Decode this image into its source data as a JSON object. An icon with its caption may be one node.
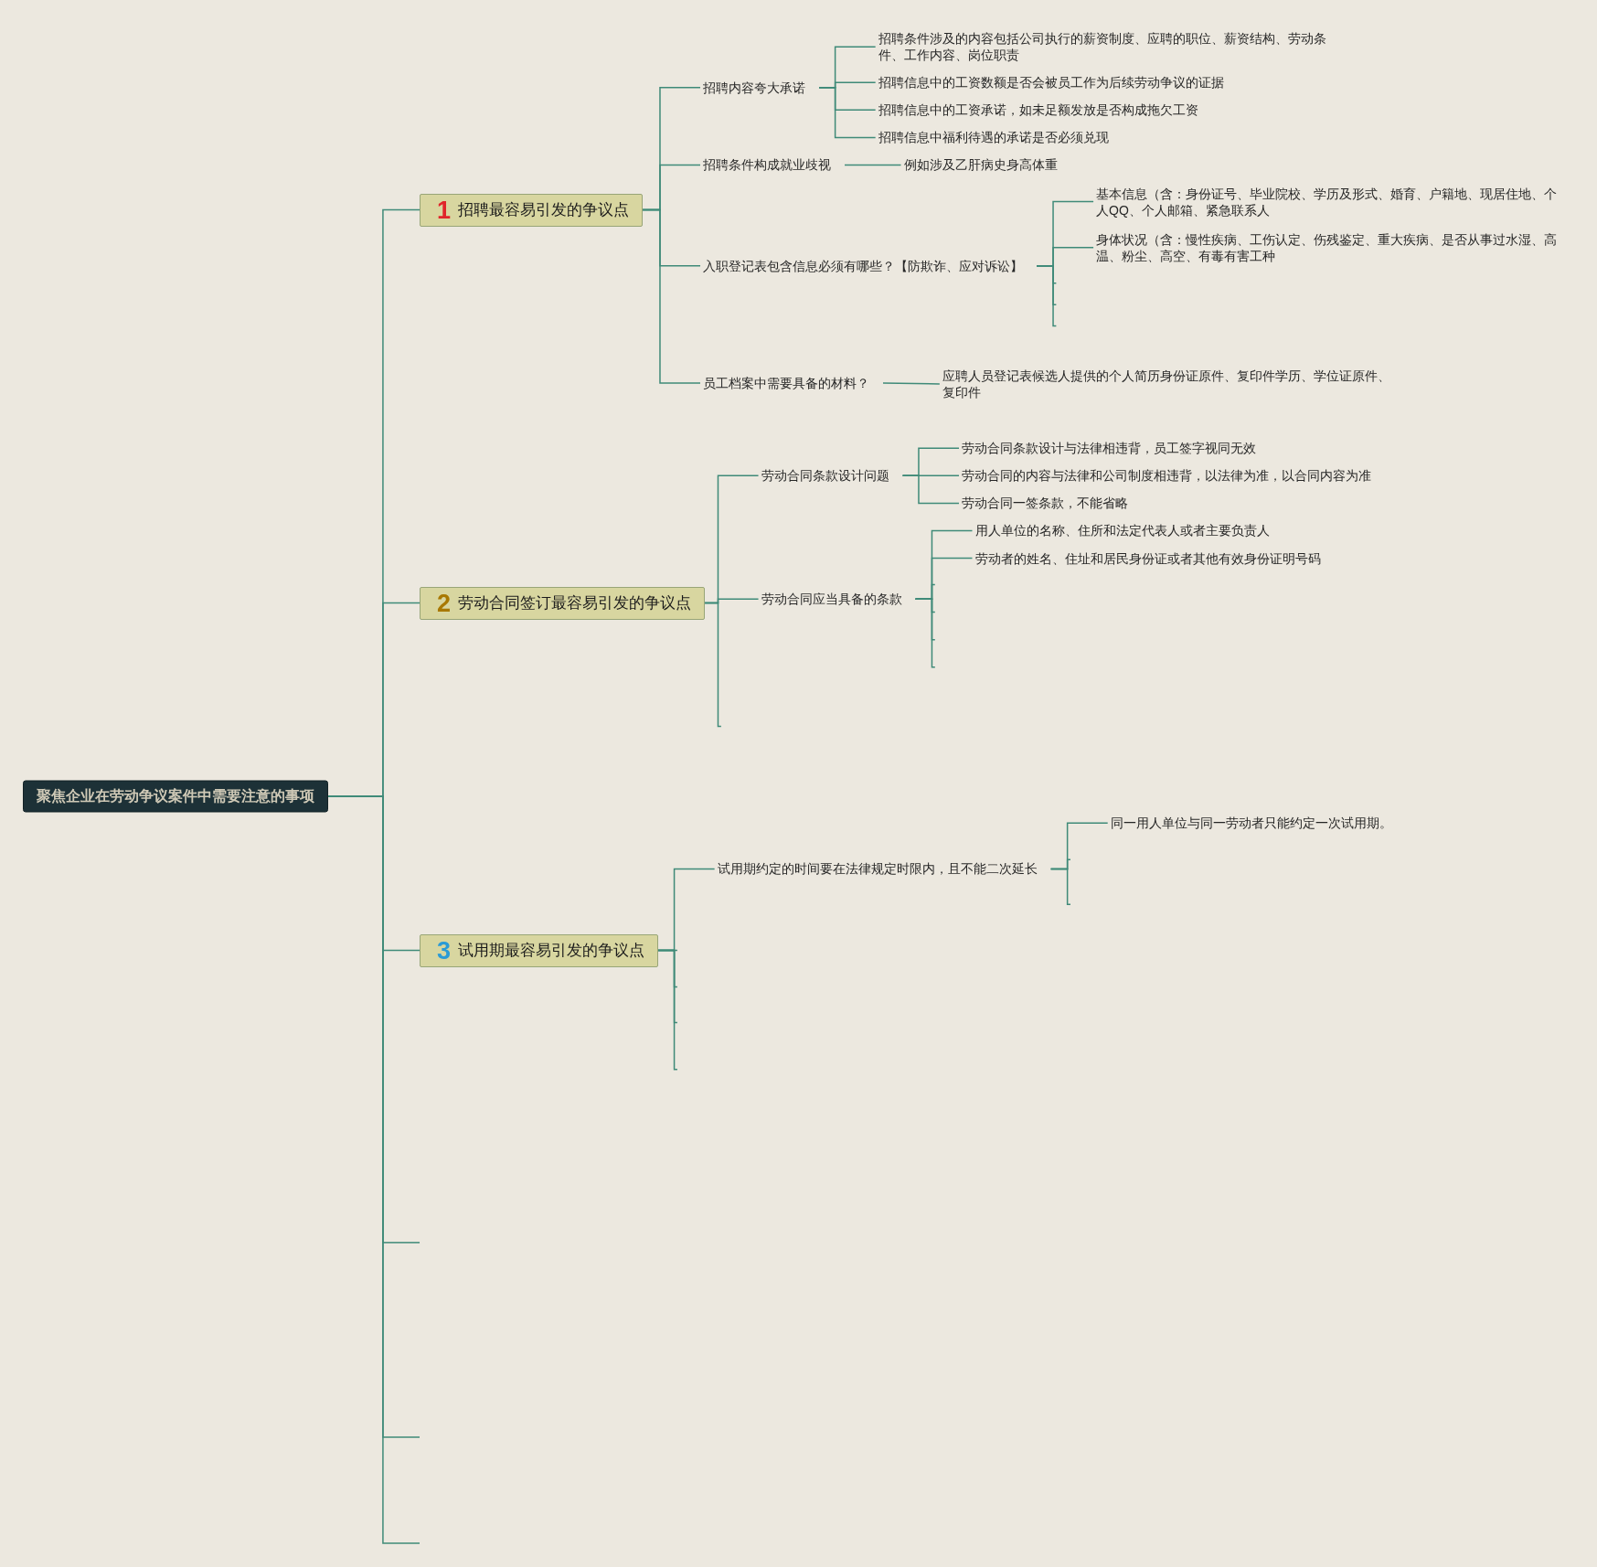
{
  "diagram": {
    "nodes": [
      {
        "text": [
          "聚焦企业在劳动争议案件中需要注意的事项"
        ]
      },
      {
        "text": [
          "1",
          "招聘最容易引发的争议点"
        ]
      },
      {
        "text": [
          "招聘内容夸大承诺"
        ]
      },
      {
        "text": [
          "招聘条件涉及的内容包括公司执行的薪资制度、应聘的职位、薪资结构、劳动条件、工作内容、岗位职责"
        ]
      },
      {
        "text": [
          "招聘信息中的工资数额是否会被员工作为后续劳动争议的证据"
        ]
      },
      {
        "text": [
          "招聘信息中的工资承诺，如未足额发放是否构成拖欠工资"
        ]
      },
      {
        "text": [
          "招聘信息中福利待遇的承诺是否必须兑现"
        ]
      },
      {
        "text": [
          "招聘条件构成就业歧视"
        ]
      },
      {
        "text": [
          "例如涉及乙肝病史身高体重"
        ]
      },
      {
        "text": [
          "入职登记表包含信息必须有哪些？【防欺诈、应对诉讼】"
        ]
      },
      {
        "text": [
          "基本信息（含：身份证号、毕业院校、学历及形式、婚育、户籍地、现居住地、个人QQ、个人邮箱、紧急联系人"
        ]
      },
      {
        "text": [
          "身体状况（含：慢性疾病、工伤认定、伤残鉴定、重大疾病、是否从事过水湿、高温、粉尘、高空、有毒有害工种"
        ]
      },
      {
        "text": [
          "员工档案中需要具备的材料？"
        ]
      },
      {
        "text": [
          "应聘人员登记表候选人提供的个人简历身份证原件、复印件学历、学位证原件、复印件"
        ]
      },
      {
        "text": [
          "2",
          "劳动合同签订最容易引发的争议点"
        ]
      },
      {
        "text": [
          "劳动合同条款设计问题"
        ]
      },
      {
        "text": [
          "劳动合同条款设计与法律相违背，员工签字视同无效"
        ]
      },
      {
        "text": [
          "劳动合同的内容与法律和公司制度相违背，以法律为准，以合同内容为准"
        ]
      },
      {
        "text": [
          "劳动合同一签条款，不能省略"
        ]
      },
      {
        "text": [
          "劳动合同应当具备的条款"
        ]
      },
      {
        "text": [
          "用人单位的名称、住所和法定代表人或者主要负责人"
        ]
      },
      {
        "text": [
          "劳动者的姓名、住址和居民身份证或者其他有效身份证明号码"
        ]
      },
      {
        "text": [
          "3",
          "试用期最容易引发的争议点"
        ]
      },
      {
        "text": [
          "试用期约定的时间要在法律规定时限内，且不能二次延长"
        ]
      },
      {
        "text": [
          "同一用人单位与同一劳动者只能约定一次试用期。"
        ]
      }
    ],
    "edges": [
      {
        "from": 0,
        "to": 1,
        "arrow": "none"
      },
      {
        "from": 0,
        "to": 14,
        "arrow": "none"
      },
      {
        "from": 0,
        "to": 22,
        "arrow": "none"
      },
      {
        "from": 0,
        "to": null,
        "arrow": "none"
      },
      {
        "from": 0,
        "to": null,
        "arrow": "none"
      },
      {
        "from": 0,
        "to": null,
        "arrow": "none"
      },
      {
        "from": 1,
        "to": 2,
        "arrow": "none"
      },
      {
        "from": 1,
        "to": 7,
        "arrow": "none"
      },
      {
        "from": 1,
        "to": 9,
        "arrow": "none"
      },
      {
        "from": 1,
        "to": 12,
        "arrow": "none"
      },
      {
        "from": 2,
        "to": 3,
        "arrow": "none"
      },
      {
        "from": 2,
        "to": 4,
        "arrow": "none"
      },
      {
        "from": 2,
        "to": 5,
        "arrow": "none"
      },
      {
        "from": 2,
        "to": 6,
        "arrow": "none"
      },
      {
        "from": 7,
        "to": 8,
        "arrow": "none"
      },
      {
        "from": 9,
        "to": 10,
        "arrow": "none"
      },
      {
        "from": 9,
        "to": 11,
        "arrow": "none"
      },
      {
        "from": 9,
        "to": null,
        "arrow": "none"
      },
      {
        "from": 9,
        "to": null,
        "arrow": "none"
      },
      {
        "from": 9,
        "to": null,
        "arrow": "none"
      },
      {
        "from": 12,
        "to": 13,
        "arrow": "none"
      },
      {
        "from": 14,
        "to": 15,
        "arrow": "none"
      },
      {
        "from": 14,
        "to": 19,
        "arrow": "none"
      },
      {
        "from": 14,
        "to": null,
        "arrow": "none"
      },
      {
        "from": 15,
        "to": 16,
        "arrow": "none"
      },
      {
        "from": 15,
        "to": 17,
        "arrow": "none"
      },
      {
        "from": 15,
        "to": 18,
        "arrow": "none"
      },
      {
        "from": 19,
        "to": 20,
        "arrow": "none"
      },
      {
        "from": 19,
        "to": 21,
        "arrow": "none"
      },
      {
        "from": 19,
        "to": null,
        "arrow": "none"
      },
      {
        "from": 19,
        "to": null,
        "arrow": "none"
      },
      {
        "from": 19,
        "to": null,
        "arrow": "none"
      },
      {
        "from": 19,
        "to": null,
        "arrow": "none"
      },
      {
        "from": 22,
        "to": 23,
        "arrow": "none"
      },
      {
        "from": 22,
        "to": null,
        "arrow": "none"
      },
      {
        "from": 22,
        "to": null,
        "arrow": "none"
      },
      {
        "from": 22,
        "to": null,
        "arrow": "none"
      },
      {
        "from": 22,
        "to": null,
        "arrow": "none"
      },
      {
        "from": 23,
        "to": 24,
        "arrow": "none"
      },
      {
        "from": 23,
        "to": null,
        "arrow": "none"
      },
      {
        "from": 23,
        "to": null,
        "arrow": "none"
      }
    ]
  }
}
